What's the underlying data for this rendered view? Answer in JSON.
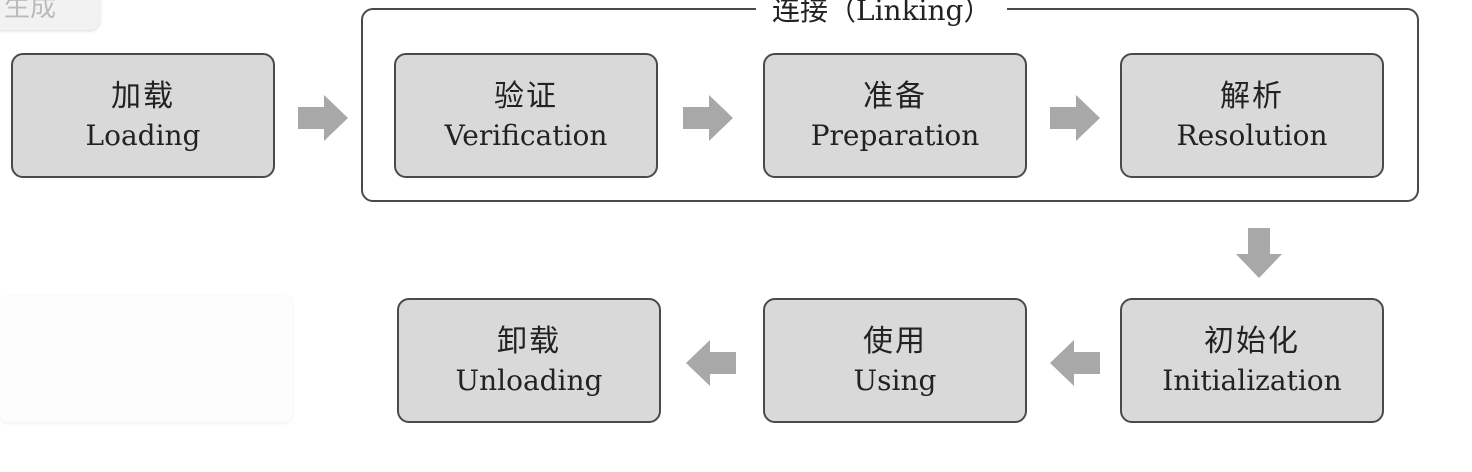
{
  "overlay": {
    "corner_tag": "生成"
  },
  "linking_group": {
    "title": "连接（Linking）"
  },
  "stages": {
    "loading": {
      "zh": "加载",
      "en": "Loading"
    },
    "verification": {
      "zh": "验证",
      "en": "Verification"
    },
    "preparation": {
      "zh": "准备",
      "en": "Preparation"
    },
    "resolution": {
      "zh": "解析",
      "en": "Resolution"
    },
    "initialization": {
      "zh": "初始化",
      "en": "Initialization"
    },
    "using": {
      "zh": "使用",
      "en": "Using"
    },
    "unloading": {
      "zh": "卸载",
      "en": "Unloading"
    }
  },
  "colors": {
    "box_fill": "#d9d9d9",
    "box_border": "#4a4a4a",
    "arrow": "#a8a8a8"
  }
}
